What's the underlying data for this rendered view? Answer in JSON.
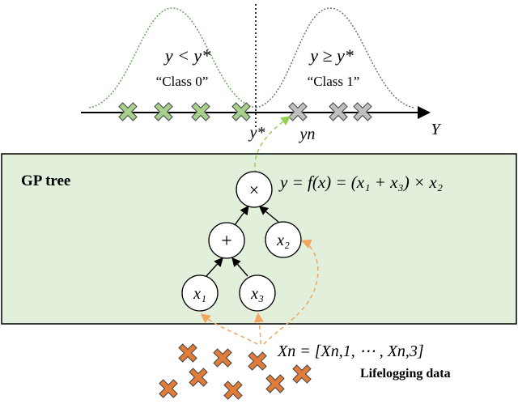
{
  "top": {
    "left_region": "y < y*",
    "left_class": "“Class 0”",
    "right_region": "y ≥ y*",
    "right_class": "“Class 1”",
    "threshold_label": "y*",
    "sample_label": "yn",
    "axis_label": "Y"
  },
  "panel": {
    "title": "GP tree",
    "equation": "y = f(x) = (x₁ + x₃) × x₂"
  },
  "tree": {
    "times": "×",
    "plus": "+",
    "x1": "x₁",
    "x2": "x₂",
    "x3": "x₃"
  },
  "bottom": {
    "input_label": "Xn = [Xn,1, ⋯ , Xn,3]",
    "caption": "Lifelogging data"
  },
  "colors": {
    "class0_curve": "#5aa050",
    "class0_marker": "#a8d08d",
    "class1_curve": "#6b6b6b",
    "class1_marker": "#bfbfbf",
    "panel_fill": "#e2efda",
    "data_marker": "#e07b39",
    "arrow_green": "#92d050",
    "arrow_orange": "#f4a460"
  }
}
